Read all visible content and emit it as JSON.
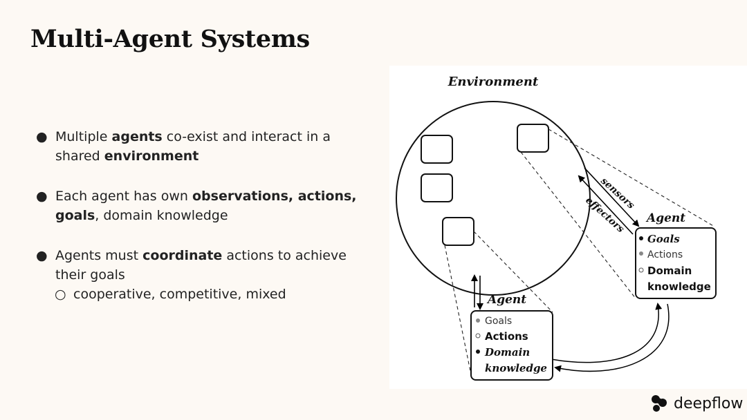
{
  "slide": {
    "title": "Multi-Agent Systems",
    "bullets": [
      {
        "parts": [
          {
            "t": "Multiple "
          },
          {
            "t": "agents",
            "b": true
          },
          {
            "t": " co-exist and interact in a shared "
          },
          {
            "t": "environment",
            "b": true
          }
        ]
      },
      {
        "parts": [
          {
            "t": "Each agent has own "
          },
          {
            "t": "observations, actions, goals",
            "b": true
          },
          {
            "t": ", domain knowledge"
          }
        ]
      },
      {
        "parts": [
          {
            "t": "Agents must "
          },
          {
            "t": "coordinate",
            "b": true
          },
          {
            "t": " actions to achieve their goals"
          }
        ],
        "sub": [
          "cooperative, competitive, mixed"
        ]
      }
    ]
  },
  "diagram": {
    "environment_label": "Environment",
    "sensors_label": "sensors",
    "effectors_label": "effectors",
    "agent_right": {
      "label": "Agent",
      "items": [
        "Goals",
        "Actions",
        "Domain",
        "knowledge"
      ]
    },
    "agent_bottom": {
      "label": "Agent",
      "items": [
        "Goals",
        "Actions",
        "Domain",
        "knowledge"
      ]
    }
  },
  "brand": {
    "name": "deepflow",
    "icon": "deepflow-logo-icon"
  }
}
